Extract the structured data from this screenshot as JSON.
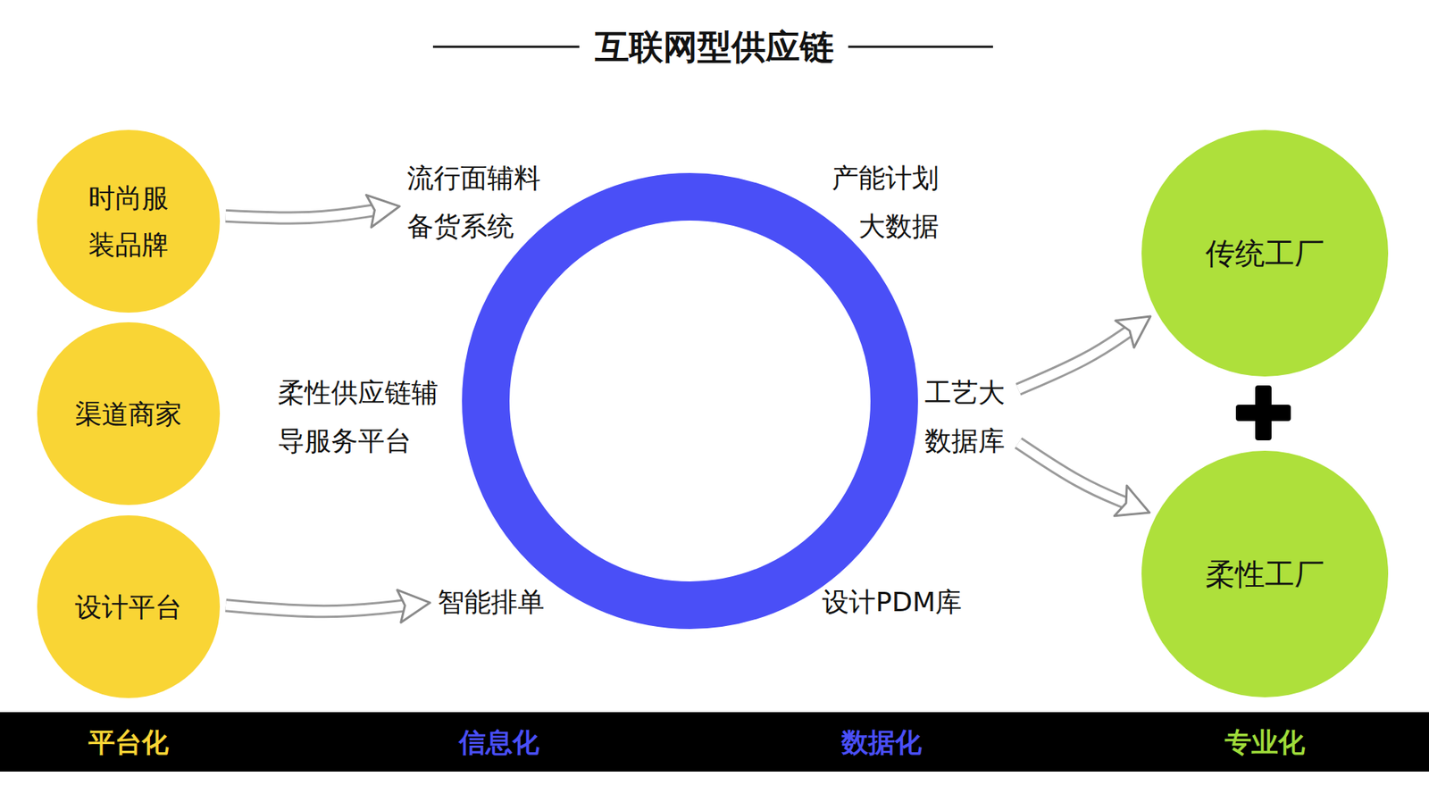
{
  "diagram": {
    "title": "互联网型供应链",
    "nodes": [
      {
        "text": [
          "时尚服 装品牌"
        ]
      },
      {
        "text": [
          "渠道商家"
        ]
      },
      {
        "text": [
          "设计平台"
        ]
      },
      {
        "text": [
          "流行面辅料 备货系统"
        ]
      },
      {
        "text": [
          "产能计划 大数据"
        ]
      },
      {
        "text": [
          "柔性供应链辅 导服务平台"
        ]
      },
      {
        "text": [
          "工艺大 数据库"
        ]
      },
      {
        "text": [
          "智能排单"
        ]
      },
      {
        "text": [
          "设计PDM库"
        ]
      },
      {
        "text": [
          "传统工厂"
        ]
      },
      {
        "text": [
          "柔性工厂"
        ]
      }
    ],
    "edges": [
      {
        "from": 0,
        "to": 3,
        "arrow": "to"
      },
      {
        "from": 2,
        "to": 7,
        "arrow": "to"
      },
      {
        "from": 6,
        "to": 9,
        "arrow": "to"
      },
      {
        "from": 6,
        "to": 10,
        "arrow": "to"
      }
    ],
    "labels": [
      "平台化",
      "信息化",
      "数据化",
      "专业化"
    ]
  }
}
